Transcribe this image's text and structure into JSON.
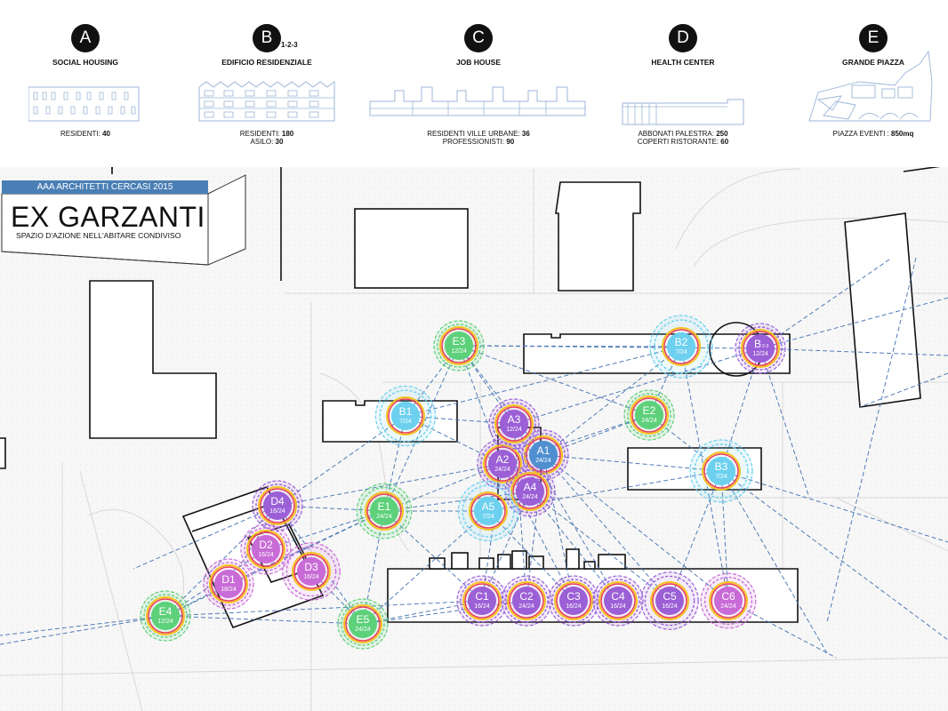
{
  "header": {
    "columns": [
      {
        "letter": "A",
        "sup": "",
        "title": "SOCIAL HOUSING",
        "stats": [
          {
            "label": "RESIDENTI: ",
            "value": "40"
          }
        ]
      },
      {
        "letter": "B",
        "sup": "1-2-3",
        "title": "EDIFICIO RESIDENZIALE",
        "stats": [
          {
            "label": "RESIDENTI: ",
            "value": "180"
          },
          {
            "label": "ASILO: ",
            "value": "30"
          }
        ]
      },
      {
        "letter": "C",
        "sup": "",
        "title": "JOB HOUSE",
        "stats": [
          {
            "label": "RESIDENTI VILLE URBANE: ",
            "value": "36"
          },
          {
            "label": "PROFESSIONISTI: ",
            "value": "90"
          }
        ]
      },
      {
        "letter": "D",
        "sup": "",
        "title": "HEALTH CENTER",
        "stats": [
          {
            "label": "ABBONATI PALESTRA: ",
            "value": "250"
          },
          {
            "label": "COPERTI RISTORANTE: ",
            "value": "60"
          }
        ]
      },
      {
        "letter": "E",
        "sup": "",
        "title": "GRANDE PIAZZA",
        "stats": [
          {
            "label": "PIAZZA EVENTI : ",
            "value": "850mq"
          }
        ]
      }
    ]
  },
  "title_box": {
    "band": "AAA ARCHITETTI CERCASI 2015",
    "main": "EX GARZANTI",
    "subtitle": "SPAZIO D'AZIONE NELL'ABITARE CONDIVISO"
  },
  "colors": {
    "purple": "#9b5fd6",
    "cyan": "#6cd0ee",
    "green": "#5dd07a",
    "blue": "#4f8fd0",
    "pink": "#c86bd6",
    "link": "#3d6fb0",
    "band": "#4a7fb5"
  },
  "nodes": [
    {
      "id": "A1",
      "sub": "",
      "value": "24/24",
      "color": "blue"
    },
    {
      "id": "A2",
      "sub": "",
      "value": "24/24",
      "color": "purple"
    },
    {
      "id": "A3",
      "sub": "",
      "value": "12/24",
      "color": "purple"
    },
    {
      "id": "A4",
      "sub": "",
      "value": "24/24",
      "color": "purple"
    },
    {
      "id": "A5",
      "sub": "",
      "value": "7/24",
      "color": "cyan"
    },
    {
      "id": "B1",
      "sub": "",
      "value": "7/24",
      "color": "cyan"
    },
    {
      "id": "B2",
      "sub": "",
      "value": "7/24",
      "color": "cyan"
    },
    {
      "id": "B",
      "sub": "2-3",
      "value": "12/24",
      "color": "purple"
    },
    {
      "id": "B3",
      "sub": "",
      "value": "7/24",
      "color": "cyan"
    },
    {
      "id": "C1",
      "sub": "",
      "value": "16/24",
      "color": "purple"
    },
    {
      "id": "C2",
      "sub": "",
      "value": "24/24",
      "color": "purple"
    },
    {
      "id": "C3",
      "sub": "",
      "value": "16/24",
      "color": "purple"
    },
    {
      "id": "C4",
      "sub": "",
      "value": "16/24",
      "color": "purple"
    },
    {
      "id": "C5",
      "sub": "",
      "value": "16/24",
      "color": "purple"
    },
    {
      "id": "C6",
      "sub": "",
      "value": "24/24",
      "color": "pink"
    },
    {
      "id": "D1",
      "sub": "",
      "value": "18/24",
      "color": "pink"
    },
    {
      "id": "D2",
      "sub": "",
      "value": "16/24",
      "color": "pink"
    },
    {
      "id": "D3",
      "sub": "",
      "value": "16/24",
      "color": "pink"
    },
    {
      "id": "D4",
      "sub": "",
      "value": "16/24",
      "color": "purple"
    },
    {
      "id": "E1",
      "sub": "",
      "value": "24/24",
      "color": "green"
    },
    {
      "id": "E2",
      "sub": "",
      "value": "24/24",
      "color": "green"
    },
    {
      "id": "E3",
      "sub": "",
      "value": "12/24",
      "color": "green"
    },
    {
      "id": "E4",
      "sub": "",
      "value": "12/24",
      "color": "green"
    },
    {
      "id": "E5",
      "sub": "",
      "value": "24/24",
      "color": "green"
    }
  ]
}
